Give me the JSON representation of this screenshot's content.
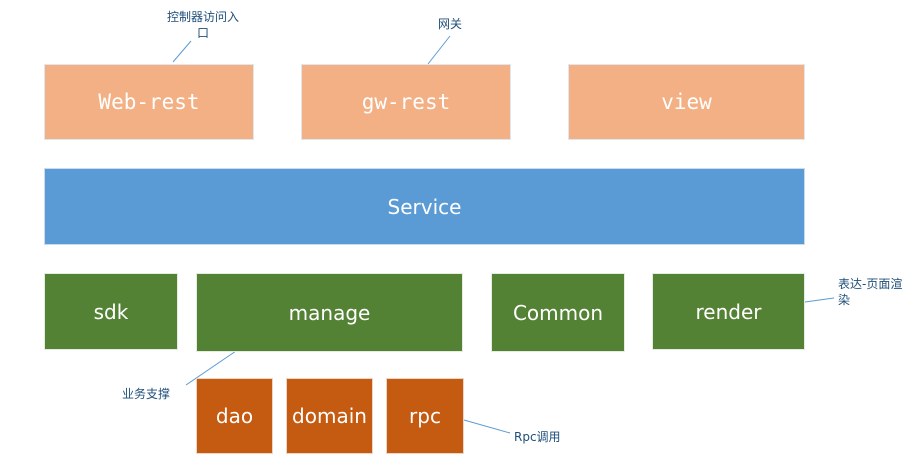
{
  "top_row": {
    "web_rest": "Web-rest",
    "gw_rest": "gw-rest",
    "view": "view"
  },
  "middle": {
    "service": "Service"
  },
  "modules": {
    "sdk": "sdk",
    "manage": "manage",
    "common": "Common",
    "render": "render"
  },
  "sub_modules": {
    "dao": "dao",
    "domain": "domain",
    "rpc": "rpc"
  },
  "callouts": {
    "controller_line1": "控制器访问入",
    "controller_line2": "口",
    "gateway": "网关",
    "render_line1": "表达-页面渲",
    "render_line2": "染",
    "business": "业务支撑",
    "rpc_call": "Rpc调用"
  },
  "colors": {
    "peach": "#f2b084",
    "blue": "#5b9bd5",
    "green": "#548235",
    "orange": "#c55a11",
    "callout_text": "#1f4e79"
  }
}
